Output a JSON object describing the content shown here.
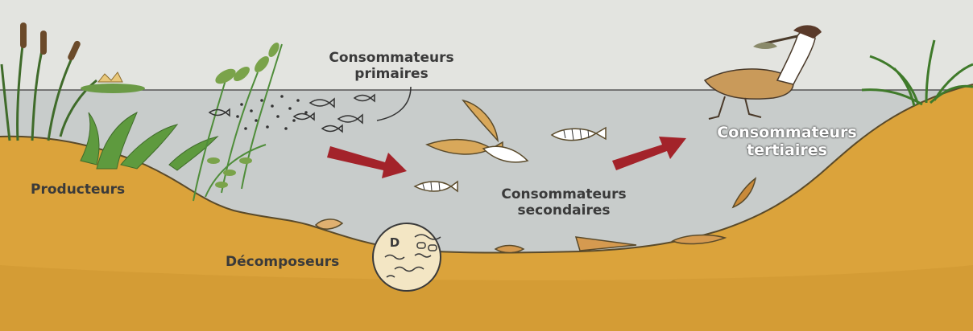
{
  "labels": {
    "producteurs": "Producteurs",
    "primaires_line1": "Consommateurs",
    "primaires_line2": "primaires",
    "secondaires_line1": "Consommateurs",
    "secondaires_line2": "secondaires",
    "tertiaires_line1": "Consommateurs",
    "tertiaires_line2": "tertiaires",
    "decomposeurs": "Décomposeurs",
    "decomposer_letter": "D"
  },
  "colors": {
    "sky": "#e2e3df",
    "water": "#c9cdcc",
    "soil": "#dba33b",
    "soil_dark": "#c98a2a",
    "arrow": "#a3232a",
    "plant": "#4f8d3a",
    "outline": "#3a3a3a"
  }
}
